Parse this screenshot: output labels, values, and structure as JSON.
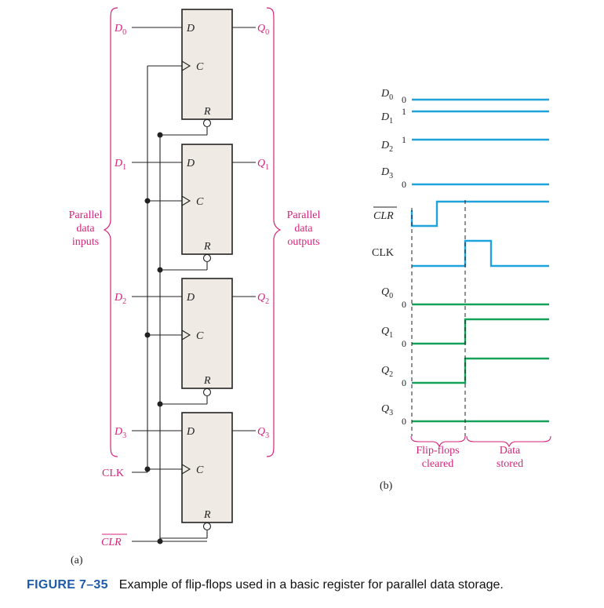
{
  "register": {
    "inputs": [
      "D0",
      "D1",
      "D2",
      "D3"
    ],
    "outputs": [
      "Q0",
      "Q1",
      "Q2",
      "Q3"
    ],
    "ff_pin_d": "D",
    "ff_pin_c": "C",
    "ff_pin_r": "R",
    "clk_label": "CLK",
    "clr_label": "CLR",
    "brace_in_label": [
      "Parallel",
      "data",
      "inputs"
    ],
    "brace_out_label": [
      "Parallel",
      "data",
      "outputs"
    ],
    "part_label": "(a)"
  },
  "timing": {
    "signals": [
      {
        "label": "D0",
        "level_label": "0"
      },
      {
        "label": "D1",
        "level_label": "1"
      },
      {
        "label": "D2",
        "level_label": "1"
      },
      {
        "label": "D3",
        "level_label": "0"
      },
      {
        "label": "CLR",
        "level_label": ""
      },
      {
        "label": "CLK",
        "level_label": ""
      },
      {
        "label": "Q0",
        "level_label": "0"
      },
      {
        "label": "Q1",
        "level_label": "0"
      },
      {
        "label": "Q2",
        "level_label": "0"
      },
      {
        "label": "Q3",
        "level_label": "0"
      }
    ],
    "phase_labels": [
      [
        "Flip-flops",
        "cleared"
      ],
      [
        "Data",
        "stored"
      ]
    ],
    "part_label": "(b)"
  },
  "caption": {
    "figure": "FIGURE 7–35",
    "text": "Example of flip-flops used in a basic register for parallel data storage."
  },
  "colors": {
    "magenta": "#d6237a",
    "cyan": "#1ea3dc",
    "green": "#14a15a",
    "ff_fill": "#efebe4"
  }
}
